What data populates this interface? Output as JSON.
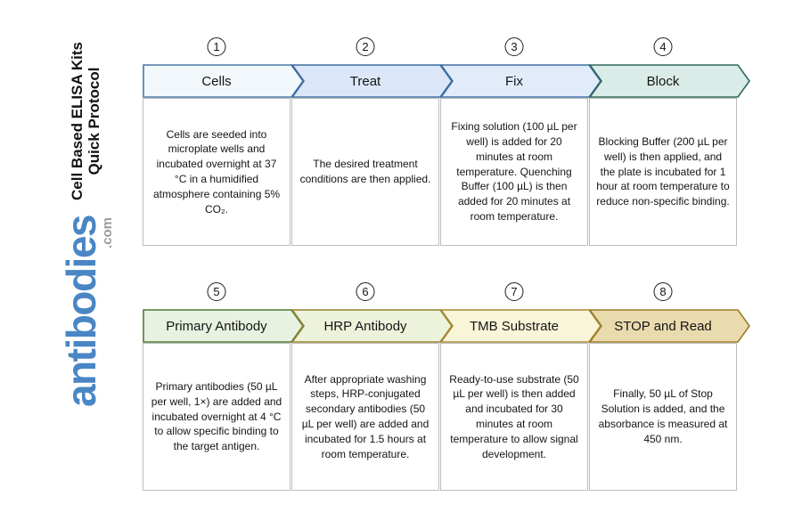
{
  "sidebar": {
    "title_line1": "Cell Based ELISA Kits",
    "title_line2": "Quick Protocol",
    "logo_name": "antibodies",
    "logo_suffix": ".com",
    "logo_color": "#4a86c4",
    "logo_suffix_color": "#9b9b9b"
  },
  "steps": [
    {
      "number": "1",
      "label": "Cells",
      "description": "Cells are seeded into microplate wells and incubated overnight at 37 °C in a humidified atmosphere containing 5% CO₂.",
      "fill": "#f3f8fc",
      "border": "#4b79a5"
    },
    {
      "number": "2",
      "label": "Treat",
      "description": "The desired treatment conditions are then applied.",
      "fill": "#dbe7f8",
      "border": "#3d6da1"
    },
    {
      "number": "3",
      "label": "Fix",
      "description": "Fixing solution (100 µL per well) is added for 20 minutes at room temperature. Quenching Buffer (100 µL) is then added for 20 minutes at room temperature.",
      "fill": "#e2ebfa",
      "border": "#3d6da1"
    },
    {
      "number": "4",
      "label": "Block",
      "description": "Blocking Buffer (200 µL per well) is then applied, and the plate is incubated for 1 hour at room temperature to reduce non-specific binding.",
      "fill": "#d9ece7",
      "border": "#2e685c"
    },
    {
      "number": "5",
      "label": "Primary Antibody",
      "description": "Primary antibodies (50 µL per well, 1×) are added and incubated overnight at 4 °C to allow specific binding to the target antigen.",
      "fill": "#e8f2e1",
      "border": "#4e7b33"
    },
    {
      "number": "6",
      "label": "HRP Antibody",
      "description": "After appropriate washing steps, HRP-conjugated secondary antibodies (50 µL per well) are added and incubated for 1.5 hours at room temperature.",
      "fill": "#edf2da",
      "border": "#96822f"
    },
    {
      "number": "7",
      "label": "TMB Substrate",
      "description": "Ready-to-use substrate (50 µL per well) is then added and incubated for 30 minutes at room temperature to allow signal development.",
      "fill": "#f8f5d8",
      "border": "#aa8a38"
    },
    {
      "number": "8",
      "label": "STOP and Read",
      "description": "Finally, 50 µL of Stop Solution is added, and the absorbance is measured at 450 nm.",
      "fill": "#eadbae",
      "border": "#9c7c2c"
    }
  ]
}
